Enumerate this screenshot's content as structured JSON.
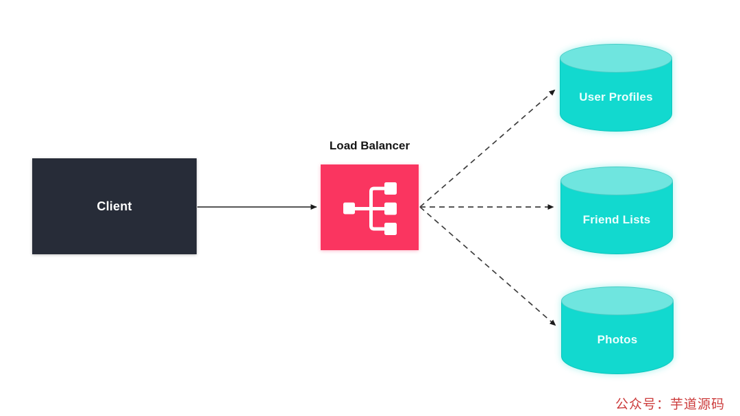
{
  "diagram": {
    "nodes": {
      "client": {
        "label": "Client",
        "bg_color": "#272c38",
        "text_color": "#ffffff"
      },
      "load_balancer": {
        "label": "Load Balancer",
        "bg_color": "#fa3560",
        "label_color": "#161616",
        "icon": "load-balancer-icon"
      },
      "databases": [
        {
          "label": "User Profiles"
        },
        {
          "label": "Friend Lists"
        },
        {
          "label": "Photos"
        }
      ],
      "database_colors": {
        "body": "#12d9cf",
        "top": "#6fe5df",
        "text": "#ecfffd"
      }
    },
    "edges": [
      {
        "from": "client",
        "to": "load_balancer",
        "style": "solid",
        "arrow": true
      },
      {
        "from": "load_balancer",
        "to": "User Profiles",
        "style": "dashed",
        "arrow": true
      },
      {
        "from": "load_balancer",
        "to": "Friend Lists",
        "style": "dashed",
        "arrow": true
      },
      {
        "from": "load_balancer",
        "to": "Photos",
        "style": "dashed",
        "arrow": true
      }
    ],
    "edge_color": "#3d3d3d"
  },
  "watermark": {
    "text": "公众号：芋道源码",
    "color": "#cc3c3c"
  }
}
